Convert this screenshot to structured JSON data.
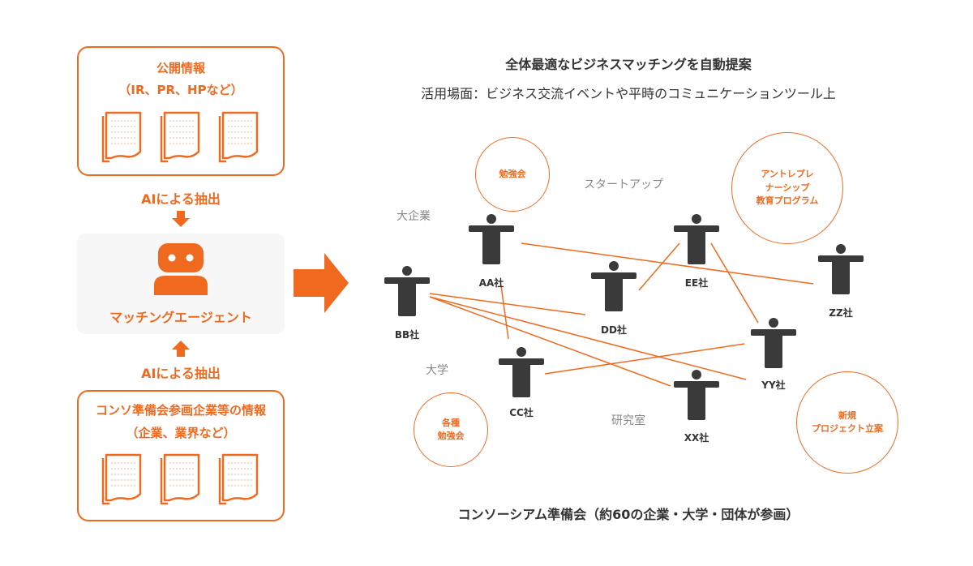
{
  "left": {
    "public_box": {
      "title": "公開情報",
      "subtitle": "（IR、PR、HPなど）"
    },
    "extract_top": "AIによる抽出",
    "agent": {
      "label": "マッチングエージェント"
    },
    "extract_bottom": "AIによる抽出",
    "consortium_box": {
      "title": "コンソ準備会参画企業等の情報",
      "subtitle": "（企業、業界など）"
    }
  },
  "right": {
    "title": "全体最適なビジネスマッチングを自動提案",
    "subtitle": "活用場面：ビジネス交流イベントや平時のコミュニケーションツール上",
    "footer": "コンソーシアム準備会（約60の企業・大学・団体が参画）",
    "group_labels": {
      "large_company": "大企業",
      "startup": "スタートアップ",
      "university": "大学",
      "lab": "研究室"
    },
    "circles": {
      "study_group": "勉強会",
      "entrepreneurship": "アントレプレ\nナーシップ\n教育プログラム",
      "various_study": "各種\n勉強会",
      "new_project": "新規\nプロジェクト立案"
    },
    "companies": {
      "aa": "AA社",
      "bb": "BB社",
      "cc": "CC社",
      "dd": "DD社",
      "ee": "EE社",
      "xx": "XX社",
      "yy": "YY社",
      "zz": "ZZ社"
    }
  },
  "colors": {
    "accent": "#ef6a1f",
    "person": "#3a3a3a",
    "robot_panel": "#f7f7f7",
    "group_label": "#888888"
  },
  "icons": [
    "document-icon",
    "down-arrow-icon",
    "up-arrow-icon",
    "robot-icon",
    "big-right-arrow-icon",
    "person-icon"
  ]
}
